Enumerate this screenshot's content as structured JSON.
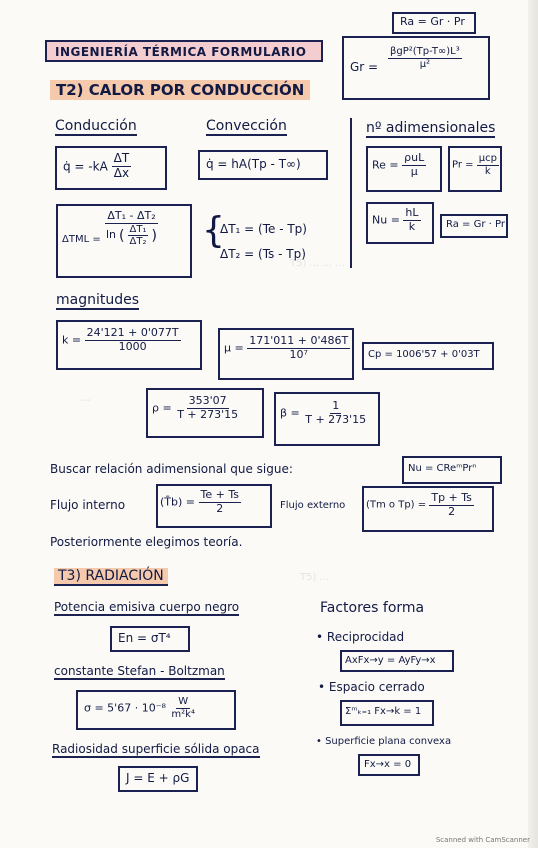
{
  "header": {
    "title": "INGENIERÍA TÉRMICA FORMULARIO",
    "ra_top": "Ra = Gr · Pr",
    "gr_label": "Gr =",
    "gr_num": "βgP²(Tp-T∞)L³",
    "gr_den": "μ²"
  },
  "t2": {
    "heading": "T2) CALOR POR CONDUCCIÓN",
    "conduccion_label": "Conducción",
    "conduccion_lhs": "q̇ = -kA",
    "conduccion_num": "ΔT",
    "conduccion_den": "Δx",
    "conveccion_label": "Convección",
    "conveccion_formula": "q̇ = hA(Tp - T∞)",
    "adim_label": "nº adimensionales",
    "re_label": "Re =",
    "re_num": "ρuL",
    "re_den": "μ",
    "pr_label": "Pr =",
    "pr_num": "μcp",
    "pr_den": "k",
    "nu_label": "Nu =",
    "nu_num": "hL",
    "nu_den": "k",
    "ra_box": "Ra = Gr · Pr",
    "dtml_label": "ΔTML =",
    "dtml_num": "ΔT₁ - ΔT₂",
    "dtml_den_pre": "ln",
    "dtml_inner_num": "ΔT₁",
    "dtml_inner_den": "ΔT₂",
    "dt1": "ΔT₁ = (Te - Tp)",
    "dt2": "ΔT₂ = (Ts - Tp)"
  },
  "magnitudes": {
    "label": "magnitudes",
    "k_label": "k =",
    "k_num": "24'121 + 0'077T",
    "k_den": "1000",
    "mu_label": "μ =",
    "mu_num": "171'011 + 0'486T",
    "mu_den": "10⁷",
    "cp": "Cp = 1006'57 + 0'03T",
    "rho_label": "ρ =",
    "rho_num": "353'07",
    "rho_den": "T + 273'15",
    "beta_label": "β =",
    "beta_num": "1",
    "beta_den": "T + 273'15",
    "relacion_text": "Buscar relación adimensional que sigue:",
    "nu_rel": "Nu = CReᵐPrⁿ",
    "flujo_int_label": "Flujo interno",
    "tb_label": "(T̄b) =",
    "tb_num": "Te + Ts",
    "tb_den": "2",
    "flujo_ext_label": "Flujo externo",
    "tm_label": "(Tm o Tp) =",
    "tm_num": "Tp + Ts",
    "tm_den": "2",
    "posterior": "Posteriormente elegimos teoría."
  },
  "t3": {
    "heading": "T3) RADIACIÓN",
    "potencia_label": "Potencia emisiva cuerpo negro",
    "en_formula": "En = σT⁴",
    "constante_label": "constante Stefan - Boltzman",
    "sigma_lhs": "σ = 5'67 · 10⁻⁸",
    "sigma_num": "W",
    "sigma_den": "m²k⁴",
    "radiosidad_label": "Radiosidad superficie sólida opaca",
    "j_formula": "J = E + ρG",
    "factores_label": "Factores forma",
    "reciprocidad_label": "• Reciprocidad",
    "reciprocidad_formula": "AxFx→y = AyFy→x",
    "espacio_label": "• Espacio cerrado",
    "espacio_formula": "Σᵐₖ₌₁ Fx→k = 1",
    "superficie_label": "• Superficie plana convexa",
    "superficie_formula": "Fx→x = 0"
  },
  "footer": {
    "scanner": "Scanned with CamScanner"
  }
}
